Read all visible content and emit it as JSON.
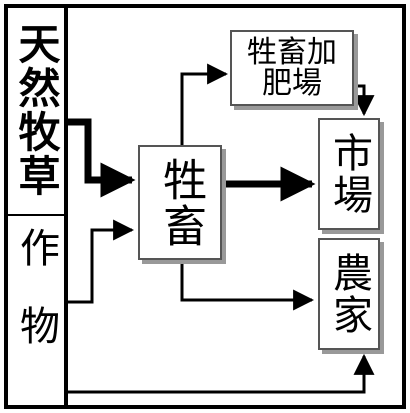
{
  "nodes": {
    "natural_grass": "天然牧草",
    "crops": "作物",
    "livestock": "牲畜",
    "livestock_processing": "牲畜加肥場",
    "market": "市場",
    "farmer": "農家"
  }
}
